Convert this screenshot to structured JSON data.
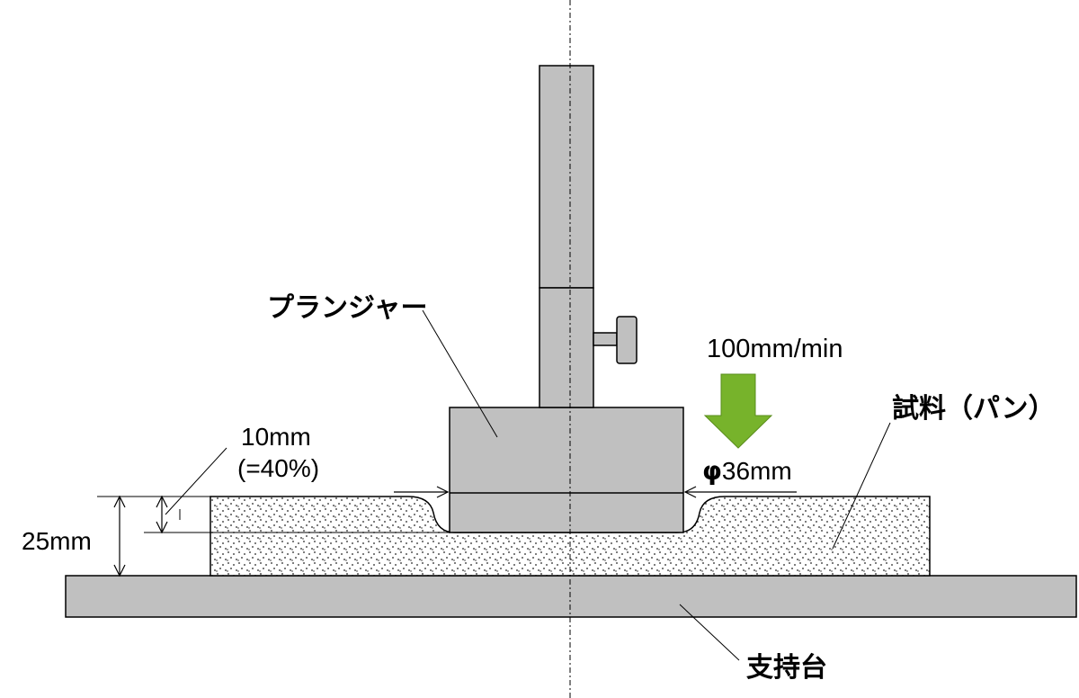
{
  "labels": {
    "plunger": "プランジャー",
    "sample": "試料（パン）",
    "speed": "100mm/min",
    "diameter_symbol": "φ",
    "diameter_value": "36mm",
    "compression_mm": "10mm",
    "compression_pct": "(=40%)",
    "thickness": "25mm",
    "support": "支持台"
  },
  "colors": {
    "part_fill": "#c0c0c0",
    "arrow_green": "#77b32b",
    "outline": "#000000"
  }
}
